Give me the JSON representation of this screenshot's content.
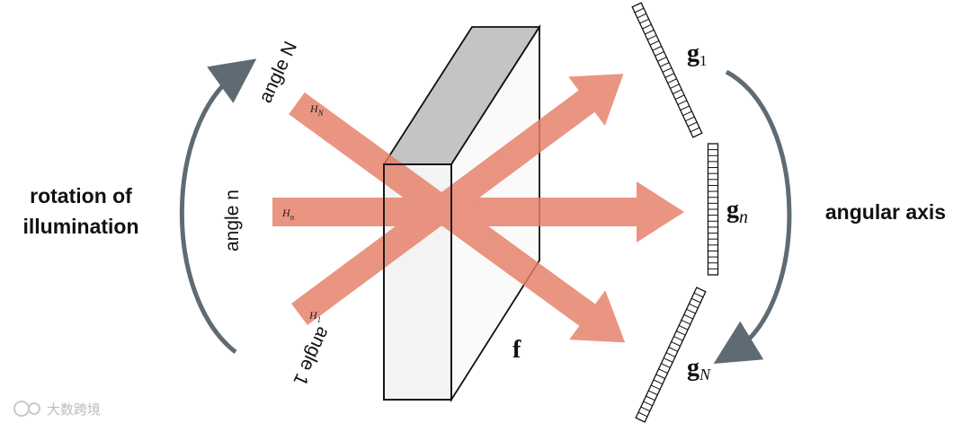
{
  "labels": {
    "left_title_line1": "rotation of",
    "left_title_line2": "illumination",
    "right_title": "angular axis",
    "angle_top": "angle N",
    "angle_mid": "angle n",
    "angle_bottom": "angle 1",
    "object": "f"
  },
  "beams": {
    "top": {
      "sym": "H",
      "sub": "N"
    },
    "mid": {
      "sym": "H",
      "sub": "n"
    },
    "bottom": {
      "sym": "H",
      "sub": "1"
    }
  },
  "detectors": {
    "top": {
      "sym": "g",
      "sub": "1"
    },
    "mid": {
      "sym": "g",
      "sub": "n"
    },
    "bottom": {
      "sym": "g",
      "sub": "N"
    }
  },
  "watermark": "大数跨境",
  "colors": {
    "beam": "#e67e67",
    "arrow": "#5f6b73",
    "slab_top": "#c4c4c4",
    "slab_front": "#f3f3f3"
  }
}
